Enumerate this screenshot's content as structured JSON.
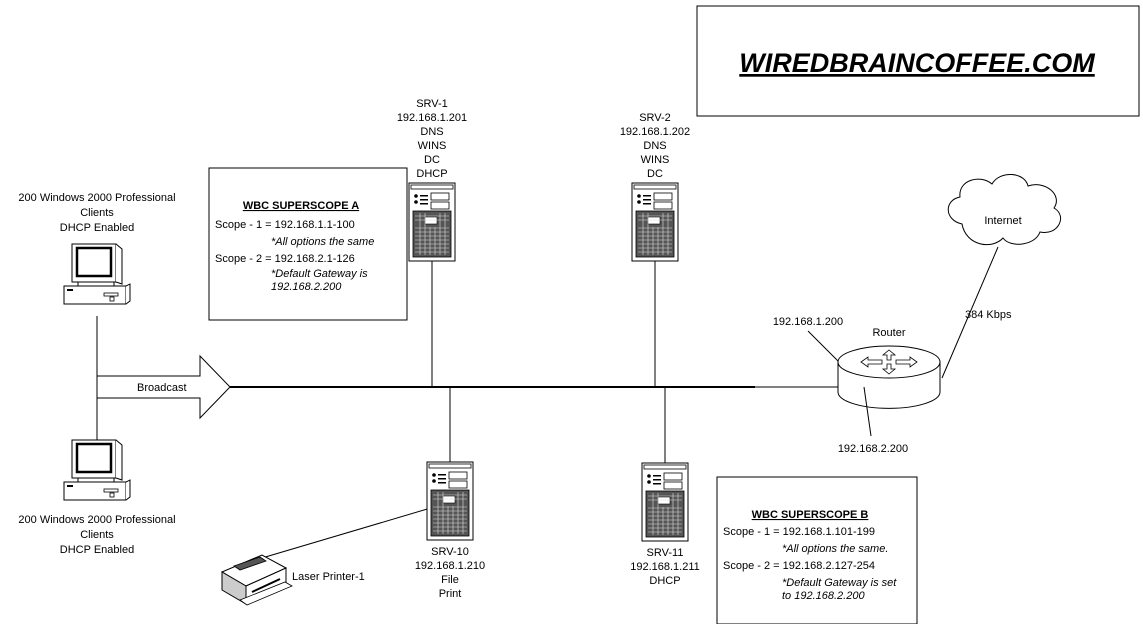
{
  "title": "WIREDBRAINCOFFEE.COM",
  "clients_top": [
    "200 Windows 2000 Professional",
    "Clients",
    "DHCP Enabled"
  ],
  "clients_bottom": [
    "200 Windows 2000 Professional",
    "Clients",
    "DHCP Enabled"
  ],
  "broadcast_label": "Broadcast",
  "servers": {
    "srv1": [
      "SRV-1",
      "192.168.1.201",
      "DNS",
      "WINS",
      "DC",
      "DHCP"
    ],
    "srv2": [
      "SRV-2",
      "192.168.1.202",
      "DNS",
      "WINS",
      "DC"
    ],
    "srv10": [
      "SRV-10",
      "192.168.1.210",
      "File",
      "Print"
    ],
    "srv11": [
      "SRV-11",
      "192.168.1.211",
      "DHCP"
    ]
  },
  "superscope_a": {
    "heading": "WBC SUPERSCOPE A",
    "scope1": "Scope - 1 = 192.168.1.1-100",
    "note1": "*All options the same",
    "scope2": "Scope - 2 = 192.168.2.1-126",
    "note2a": "*Default Gateway is",
    "note2b": "192.168.2.200"
  },
  "superscope_b": {
    "heading": "WBC SUPERSCOPE B",
    "scope1": "Scope - 1 = 192.168.1.101-199",
    "note1": "*All options the same.",
    "scope2": "Scope - 2 = 192.168.2.127-254",
    "note2a": "*Default Gateway is set",
    "note2b": "to 192.168.2.200"
  },
  "router": {
    "label": "Router",
    "ip_lan1": "192.168.1.200",
    "ip_lan2": "192.168.2.200",
    "link_speed": "384 Kbps"
  },
  "internet_label": "Internet",
  "printer_label": "Laser Printer-1"
}
